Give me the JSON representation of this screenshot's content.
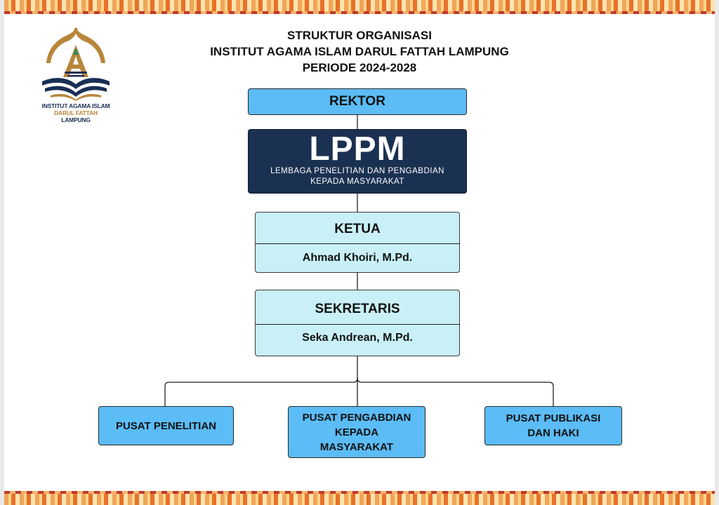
{
  "header": {
    "title_line1": "STRUKTUR ORGANISASI",
    "title_line2": "INSTITUT AGAMA ISLAM DARUL FATTAH LAMPUNG",
    "title_line3": "PERIODE 2024-2028"
  },
  "logo": {
    "icon": "institution-logo-icon",
    "line1": "INSTITUT AGAMA ISLAM",
    "line2": "DARUL FATTAH",
    "line3": "LAMPUNG",
    "colors": {
      "navy": "#1b2f55",
      "gold": "#b8863b"
    }
  },
  "org": {
    "rektor": "REKTOR",
    "lppm": {
      "name": "LPPM",
      "subtitle_line1": "LEMBAGA PENELITIAN DAN PENGABDIAN",
      "subtitle_line2": "KEPADA MASYARAKAT"
    },
    "ketua": {
      "role": "KETUA",
      "name": "Ahmad Khoiri, M.Pd."
    },
    "sekretaris": {
      "role": "SEKRETARIS",
      "name": "Seka Andrean, M.Pd."
    },
    "pusat": [
      {
        "lines": [
          "PUSAT PENELITIAN"
        ]
      },
      {
        "lines": [
          "PUSAT PENGABDIAN",
          "KEPADA",
          "MASYARAKAT"
        ]
      },
      {
        "lines": [
          "PUSAT PUBLIKASI",
          "DAN HAKI"
        ]
      }
    ]
  },
  "colors": {
    "light_blue": "#5bbcf6",
    "navy": "#1b3152",
    "pale_cyan": "#c8f0f6",
    "border_orange": "#e7712b"
  }
}
